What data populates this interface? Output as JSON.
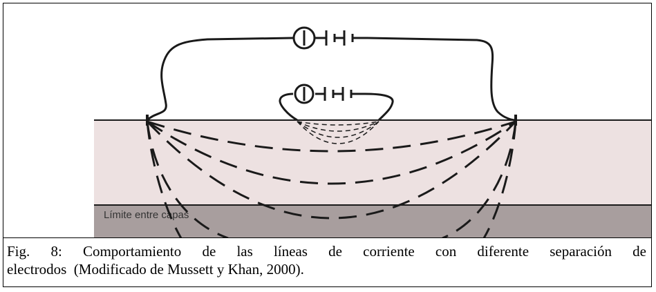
{
  "diagram": {
    "layer_boundary_label": "Límite entre capas",
    "colors": {
      "upper_layer": "#ede1e1",
      "lower_layer": "#a89e9e",
      "lines": "#1a1a1a"
    },
    "icons": [
      "ammeter-icon",
      "battery-icon"
    ]
  },
  "caption": {
    "line1": "Fig. 8: Comportamiento de las líneas de corriente con diferente separación de",
    "line2": "electrodos  (Modificado de Mussett y Khan, 2000)."
  }
}
